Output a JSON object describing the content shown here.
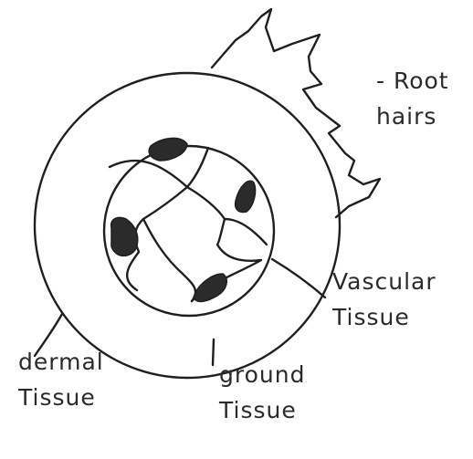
{
  "labels": {
    "root_hairs": "- Root\nhairs",
    "vascular_tissue": "Vascular\nTissue",
    "dermal_tissue": "dermal\nTissue",
    "ground_tissue": "ground\nTissue"
  },
  "colors": {
    "ink": "#1f1f1f",
    "fill": "#2b2b2b",
    "background": "#ffffff"
  }
}
